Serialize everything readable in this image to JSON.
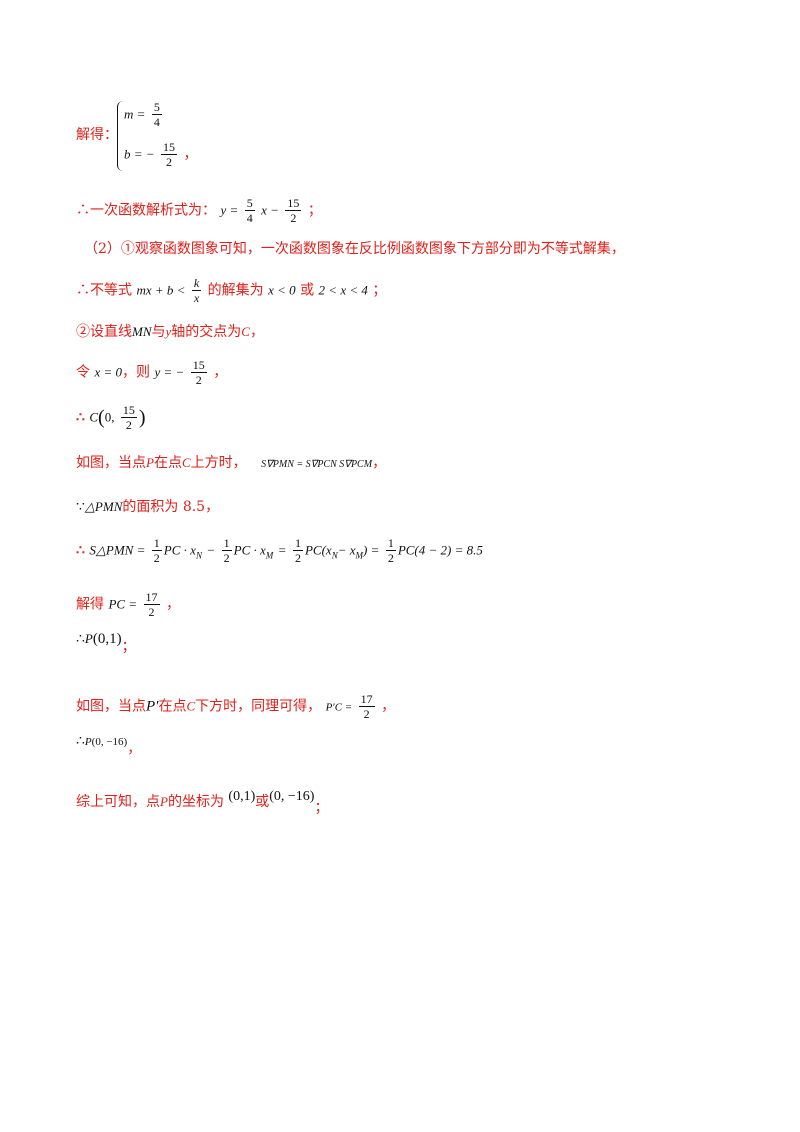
{
  "l1": {
    "label": "解得：",
    "eq1_left": "m =",
    "eq1_num": "5",
    "eq1_den": "4",
    "eq2_left": "b = −",
    "eq2_num": "15",
    "eq2_den": "2",
    "tail": "，"
  },
  "l2": {
    "therefore": "∴",
    "text": "一次函数解析式为：",
    "y": "y =",
    "num1": "5",
    "den1": "4",
    "x": "x −",
    "num2": "15",
    "den2": "2",
    "tail": "；"
  },
  "l3": {
    "text": "（2）①观察函数图象可知，一次函数图象在反比例函数图象下方部分即为不等式解集，"
  },
  "l4": {
    "therefore": "∴",
    "t1": "不等式",
    "expr": "mx + b <",
    "knum": "k",
    "kden": "x",
    "t2": "的解集为",
    "r1": "x < 0",
    "t3": "或",
    "r2": "2 < x < 4",
    "tail": "；"
  },
  "l5": {
    "t1": "②设直线",
    "mn": "MN",
    "t2": "与",
    "y": "y",
    "t3": "轴的交点为",
    "c": "C",
    "tail": "，"
  },
  "l6": {
    "t1": "令",
    "x0": "x = 0",
    "t2": "，则",
    "y": "y = −",
    "num": "15",
    "den": "2",
    "tail": "，"
  },
  "l7": {
    "therefore": "∴",
    "c": "C",
    "zero": "0,",
    "num": "15",
    "den": "2"
  },
  "l8": {
    "t1": "如图，当点",
    "p": "P",
    "t2": "在点",
    "c": "C",
    "t3": "上方时，",
    "eq": "S∇PMN = S∇PCN    S∇PCM",
    "tail": "，"
  },
  "l9": {
    "because": "∵",
    "tri": "△PMN",
    "t1": "的面积为 8.5，"
  },
  "l10": {
    "therefore": "∴",
    "s": "S△PMN =",
    "h1": "1",
    "h2": "2",
    "a": "PC · x",
    "an": "N",
    "minus": "−",
    "b": "PC · x",
    "bm": "M",
    "eq": "=",
    "c": "PC(x",
    "cn": "N",
    "cm": "− x",
    "cm2": "M",
    "cend": ") =",
    "d": "PC(4 − 2) = 8.5"
  },
  "l11": {
    "t1": "解得",
    "pc": "PC =",
    "num": "17",
    "den": "2",
    "tail": "，"
  },
  "l12": {
    "therefore": "∴",
    "p": "P",
    "coord": "(0,1)",
    "tail": "；"
  },
  "l13": {
    "t1": "如图，当点",
    "p": "P′",
    "t2": "在点",
    "c": "C",
    "t3": "下方时，同理可得，",
    "pc": "P′C =",
    "num": "17",
    "den": "2",
    "tail": "，"
  },
  "l14": {
    "therefore": "∴",
    "p": "P",
    "coord": "(0, −16)",
    "tail": "，"
  },
  "l15": {
    "t1": "综上可知，点",
    "p": "P",
    "t2": "的坐标为",
    "c1": "(0,1)",
    "t3": "或",
    "c2": "(0, −16)",
    "tail": "；"
  }
}
